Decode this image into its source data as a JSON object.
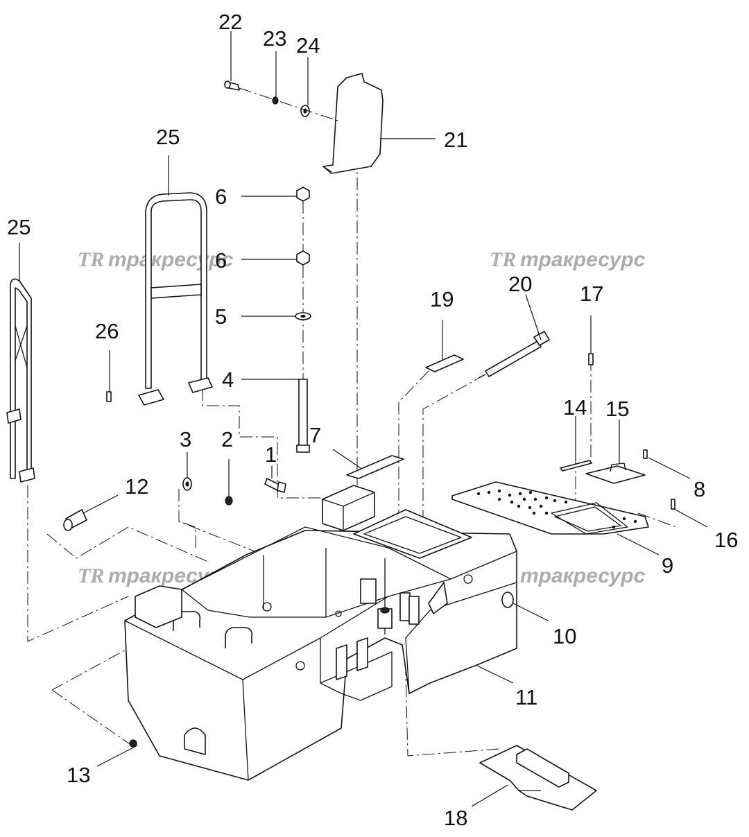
{
  "watermark": {
    "logo": "TR",
    "text": "тракресурс"
  },
  "callouts": {
    "c1": "1",
    "c2": "2",
    "c3": "3",
    "c4": "4",
    "c5": "5",
    "c6a": "6",
    "c6b": "6",
    "c7": "7",
    "c8": "8",
    "c9": "9",
    "c10": "10",
    "c11": "11",
    "c12": "12",
    "c13": "13",
    "c14": "14",
    "c15": "15",
    "c16": "16",
    "c17": "17",
    "c18": "18",
    "c19": "19",
    "c20": "20",
    "c21": "21",
    "c22": "22",
    "c23": "23",
    "c24": "24",
    "c25a": "25",
    "c25b": "25",
    "c26": "26"
  }
}
